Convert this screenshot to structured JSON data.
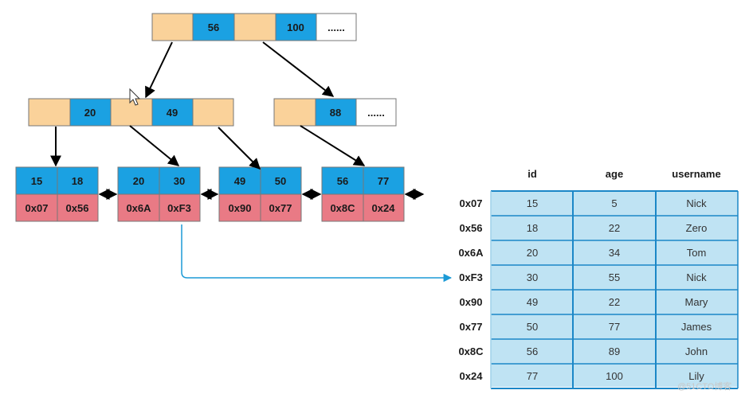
{
  "colors": {
    "orange": "#fad29a",
    "blue": "#1ba1e2",
    "red": "#e97a85",
    "white": "#ffffff",
    "table_fill": "#bfe3f3",
    "table_line": "#1b87c7",
    "pointer": "#1b9ad6"
  },
  "root_node": {
    "keys": [
      "56",
      "100",
      "......"
    ]
  },
  "internal_nodes": [
    {
      "keys": [
        "20",
        "49"
      ]
    },
    {
      "keys": [
        "88",
        "......"
      ]
    }
  ],
  "leaf_nodes": [
    {
      "keys": [
        "15",
        "18"
      ],
      "addrs": [
        "0x07",
        "0x56"
      ]
    },
    {
      "keys": [
        "20",
        "30"
      ],
      "addrs": [
        "0x6A",
        "0xF3"
      ]
    },
    {
      "keys": [
        "49",
        "50"
      ],
      "addrs": [
        "0x90",
        "0x77"
      ]
    },
    {
      "keys": [
        "56",
        "77"
      ],
      "addrs": [
        "0x8C",
        "0x24"
      ]
    }
  ],
  "table": {
    "headers": [
      "id",
      "age",
      "username"
    ],
    "rows": [
      {
        "addr": "0x07",
        "cells": [
          "15",
          "5",
          "Nick"
        ]
      },
      {
        "addr": "0x56",
        "cells": [
          "18",
          "22",
          "Zero"
        ]
      },
      {
        "addr": "0x6A",
        "cells": [
          "20",
          "34",
          "Tom"
        ]
      },
      {
        "addr": "0xF3",
        "cells": [
          "30",
          "55",
          "Nick"
        ]
      },
      {
        "addr": "0x90",
        "cells": [
          "49",
          "22",
          "Mary"
        ]
      },
      {
        "addr": "0x77",
        "cells": [
          "50",
          "77",
          "James"
        ]
      },
      {
        "addr": "0x8C",
        "cells": [
          "56",
          "89",
          "John"
        ]
      },
      {
        "addr": "0x24",
        "cells": [
          "77",
          "100",
          "Lily"
        ]
      }
    ]
  },
  "watermark": "@51CTO博客",
  "icons": {
    "cursor": "mouse-pointer-icon"
  }
}
